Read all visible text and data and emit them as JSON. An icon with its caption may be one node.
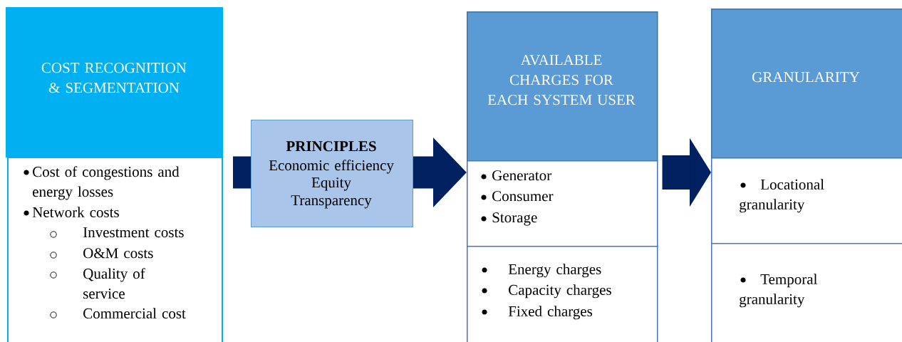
{
  "diagram": {
    "nodes": [
      {
        "text": [
          "COST RECOGNITION & SEGMENTATION"
        ]
      },
      {
        "text": [
          "Cost of congestions and energy losses",
          "Network costs",
          "Investment costs",
          "O&M costs",
          "Quality of service",
          "Commercial cost"
        ]
      },
      {
        "text": [
          "PRINCIPLES",
          "Economic efficiency",
          "Equity",
          "Transparency"
        ]
      },
      {
        "text": [
          "AVAILABLE CHARGES FOR EACH SYSTEM USER"
        ]
      },
      {
        "text": [
          "Generator",
          "Consumer",
          "Storage"
        ]
      },
      {
        "text": [
          "Energy charges",
          "Capacity charges",
          "Fixed charges"
        ]
      },
      {
        "text": [
          "GRANULARITY"
        ]
      },
      {
        "text": [
          "Locational granularity"
        ]
      },
      {
        "text": [
          "Temporal granularity"
        ]
      }
    ],
    "edges": [
      {
        "from": 1,
        "to": 2,
        "arrow": "none"
      },
      {
        "from": 2,
        "to": 4,
        "arrow": "to"
      },
      {
        "from": 4,
        "to": 7,
        "arrow": "to"
      }
    ]
  }
}
